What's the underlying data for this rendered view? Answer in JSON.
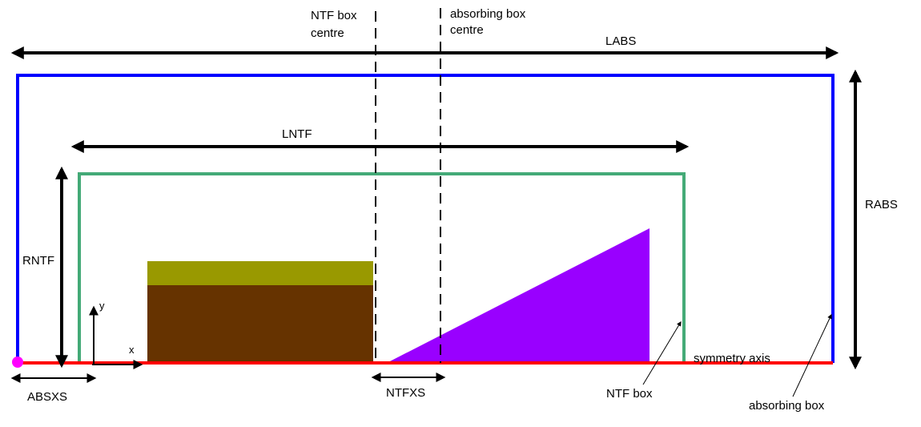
{
  "colors": {
    "absorbing_box": "#0000ff",
    "ntf_box": "#44aa77",
    "symmetry_axis": "#ff0000",
    "origin_marker": "#ff00ff",
    "block_top": "#999900",
    "block_body": "#663300",
    "triangle": "#9900ff",
    "arrows": "#000000"
  },
  "labels": {
    "ntf_centre_line1": "NTF box",
    "ntf_centre_line2": "centre",
    "abs_centre_line1": "absorbing box",
    "abs_centre_line2": "centre",
    "labs": "LABS",
    "lntf": "LNTF",
    "rabs": "RABS",
    "rntf": "RNTF",
    "x_axis": "x",
    "y_axis": "y",
    "symmetry_axis": "symmetry axis",
    "absxs": "ABSXS",
    "ntfxs": "NTFXS",
    "ntf_box": "NTF box",
    "absorbing_box": "absorbing box"
  }
}
